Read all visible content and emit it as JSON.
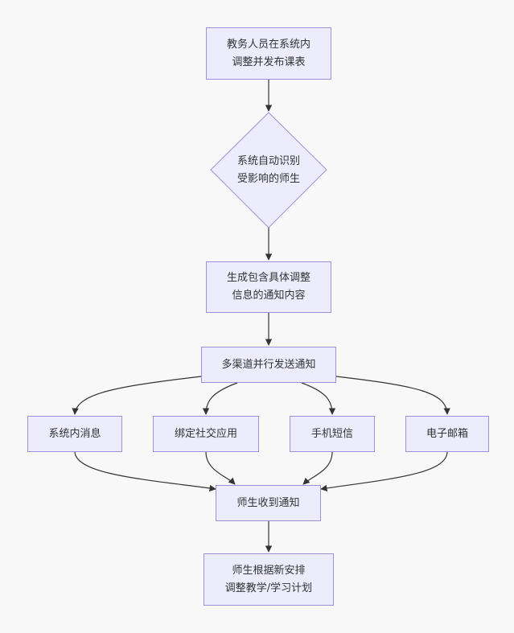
{
  "nodes": {
    "start": {
      "lines": [
        "教务人员在系统内",
        "调整并发布课表"
      ]
    },
    "detect": {
      "lines": [
        "系统自动识别",
        "受影响的师生"
      ]
    },
    "generate": {
      "lines": [
        "生成包含具体调整",
        "信息的通知内容"
      ]
    },
    "send": {
      "lines": [
        "多渠道并行发送通知"
      ]
    },
    "internal": {
      "lines": [
        "系统内消息"
      ]
    },
    "social": {
      "lines": [
        "绑定社交应用"
      ]
    },
    "sms": {
      "lines": [
        "手机短信"
      ]
    },
    "email": {
      "lines": [
        "电子邮箱"
      ]
    },
    "receive": {
      "lines": [
        "师生收到通知"
      ]
    },
    "adjust": {
      "lines": [
        "师生根据新安排",
        "调整教学/学习计划"
      ]
    }
  },
  "colors": {
    "node_fill": "#ececfd",
    "node_border": "#9f8fd6",
    "edge": "#333333",
    "background": "#f8f8f9"
  }
}
